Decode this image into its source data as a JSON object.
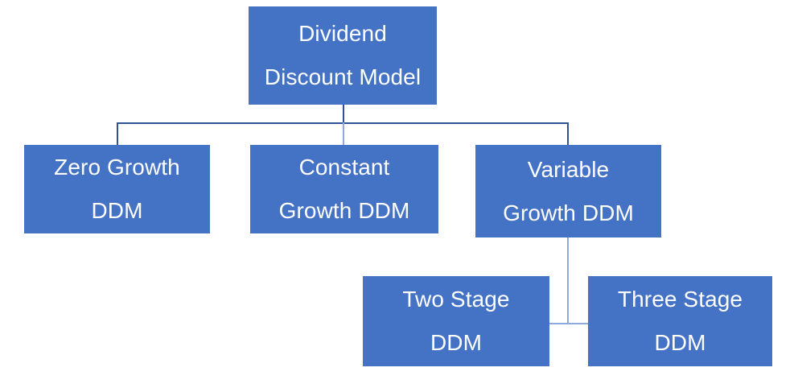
{
  "diagram": {
    "type": "hierarchy-tree",
    "title": "Dividend Discount Model",
    "colors": {
      "node_fill": "#4472C4",
      "node_text": "#FFFFFF",
      "connector": "#2F5496",
      "connector_light": "#8EA9DB",
      "background": "#FFFFFF"
    },
    "nodes": {
      "root": {
        "line1": "Dividend",
        "line2": "Discount Model"
      },
      "zero_growth": {
        "line1": "Zero Growth",
        "line2": "DDM"
      },
      "constant_growth": {
        "line1": "Constant",
        "line2": "Growth DDM"
      },
      "variable_growth": {
        "line1": "Variable",
        "line2": "Growth DDM"
      },
      "two_stage": {
        "line1": "Two Stage",
        "line2": "DDM"
      },
      "three_stage": {
        "line1": "Three Stage",
        "line2": "DDM"
      }
    },
    "edges": [
      {
        "from": "root",
        "to": "zero_growth"
      },
      {
        "from": "root",
        "to": "constant_growth"
      },
      {
        "from": "root",
        "to": "variable_growth"
      },
      {
        "from": "variable_growth",
        "to": "two_stage"
      },
      {
        "from": "variable_growth",
        "to": "three_stage"
      }
    ]
  }
}
